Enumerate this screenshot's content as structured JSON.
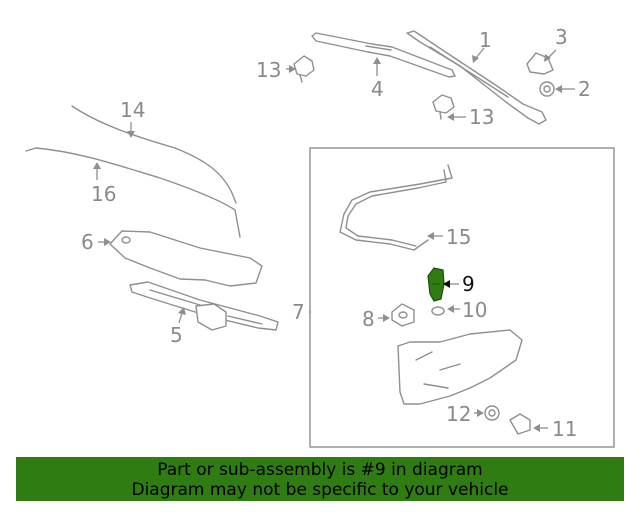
{
  "diagram": {
    "callouts": [
      {
        "id": "1",
        "label": "1"
      },
      {
        "id": "2",
        "label": "2"
      },
      {
        "id": "3",
        "label": "3"
      },
      {
        "id": "4",
        "label": "4"
      },
      {
        "id": "5",
        "label": "5"
      },
      {
        "id": "6",
        "label": "6"
      },
      {
        "id": "7",
        "label": "7"
      },
      {
        "id": "8",
        "label": "8"
      },
      {
        "id": "9",
        "label": "9"
      },
      {
        "id": "10",
        "label": "10"
      },
      {
        "id": "11",
        "label": "11"
      },
      {
        "id": "12",
        "label": "12"
      },
      {
        "id": "13a",
        "label": "13"
      },
      {
        "id": "13b",
        "label": "13"
      },
      {
        "id": "14",
        "label": "14"
      },
      {
        "id": "15",
        "label": "15"
      },
      {
        "id": "16",
        "label": "16"
      }
    ],
    "highlighted_part": "9",
    "highlight_color": "#2f7d12"
  },
  "banner": {
    "line1": "Part or sub-assembly is #9 in diagram",
    "line2": "Diagram may not be specific to your vehicle",
    "background": "#2f7d12"
  }
}
